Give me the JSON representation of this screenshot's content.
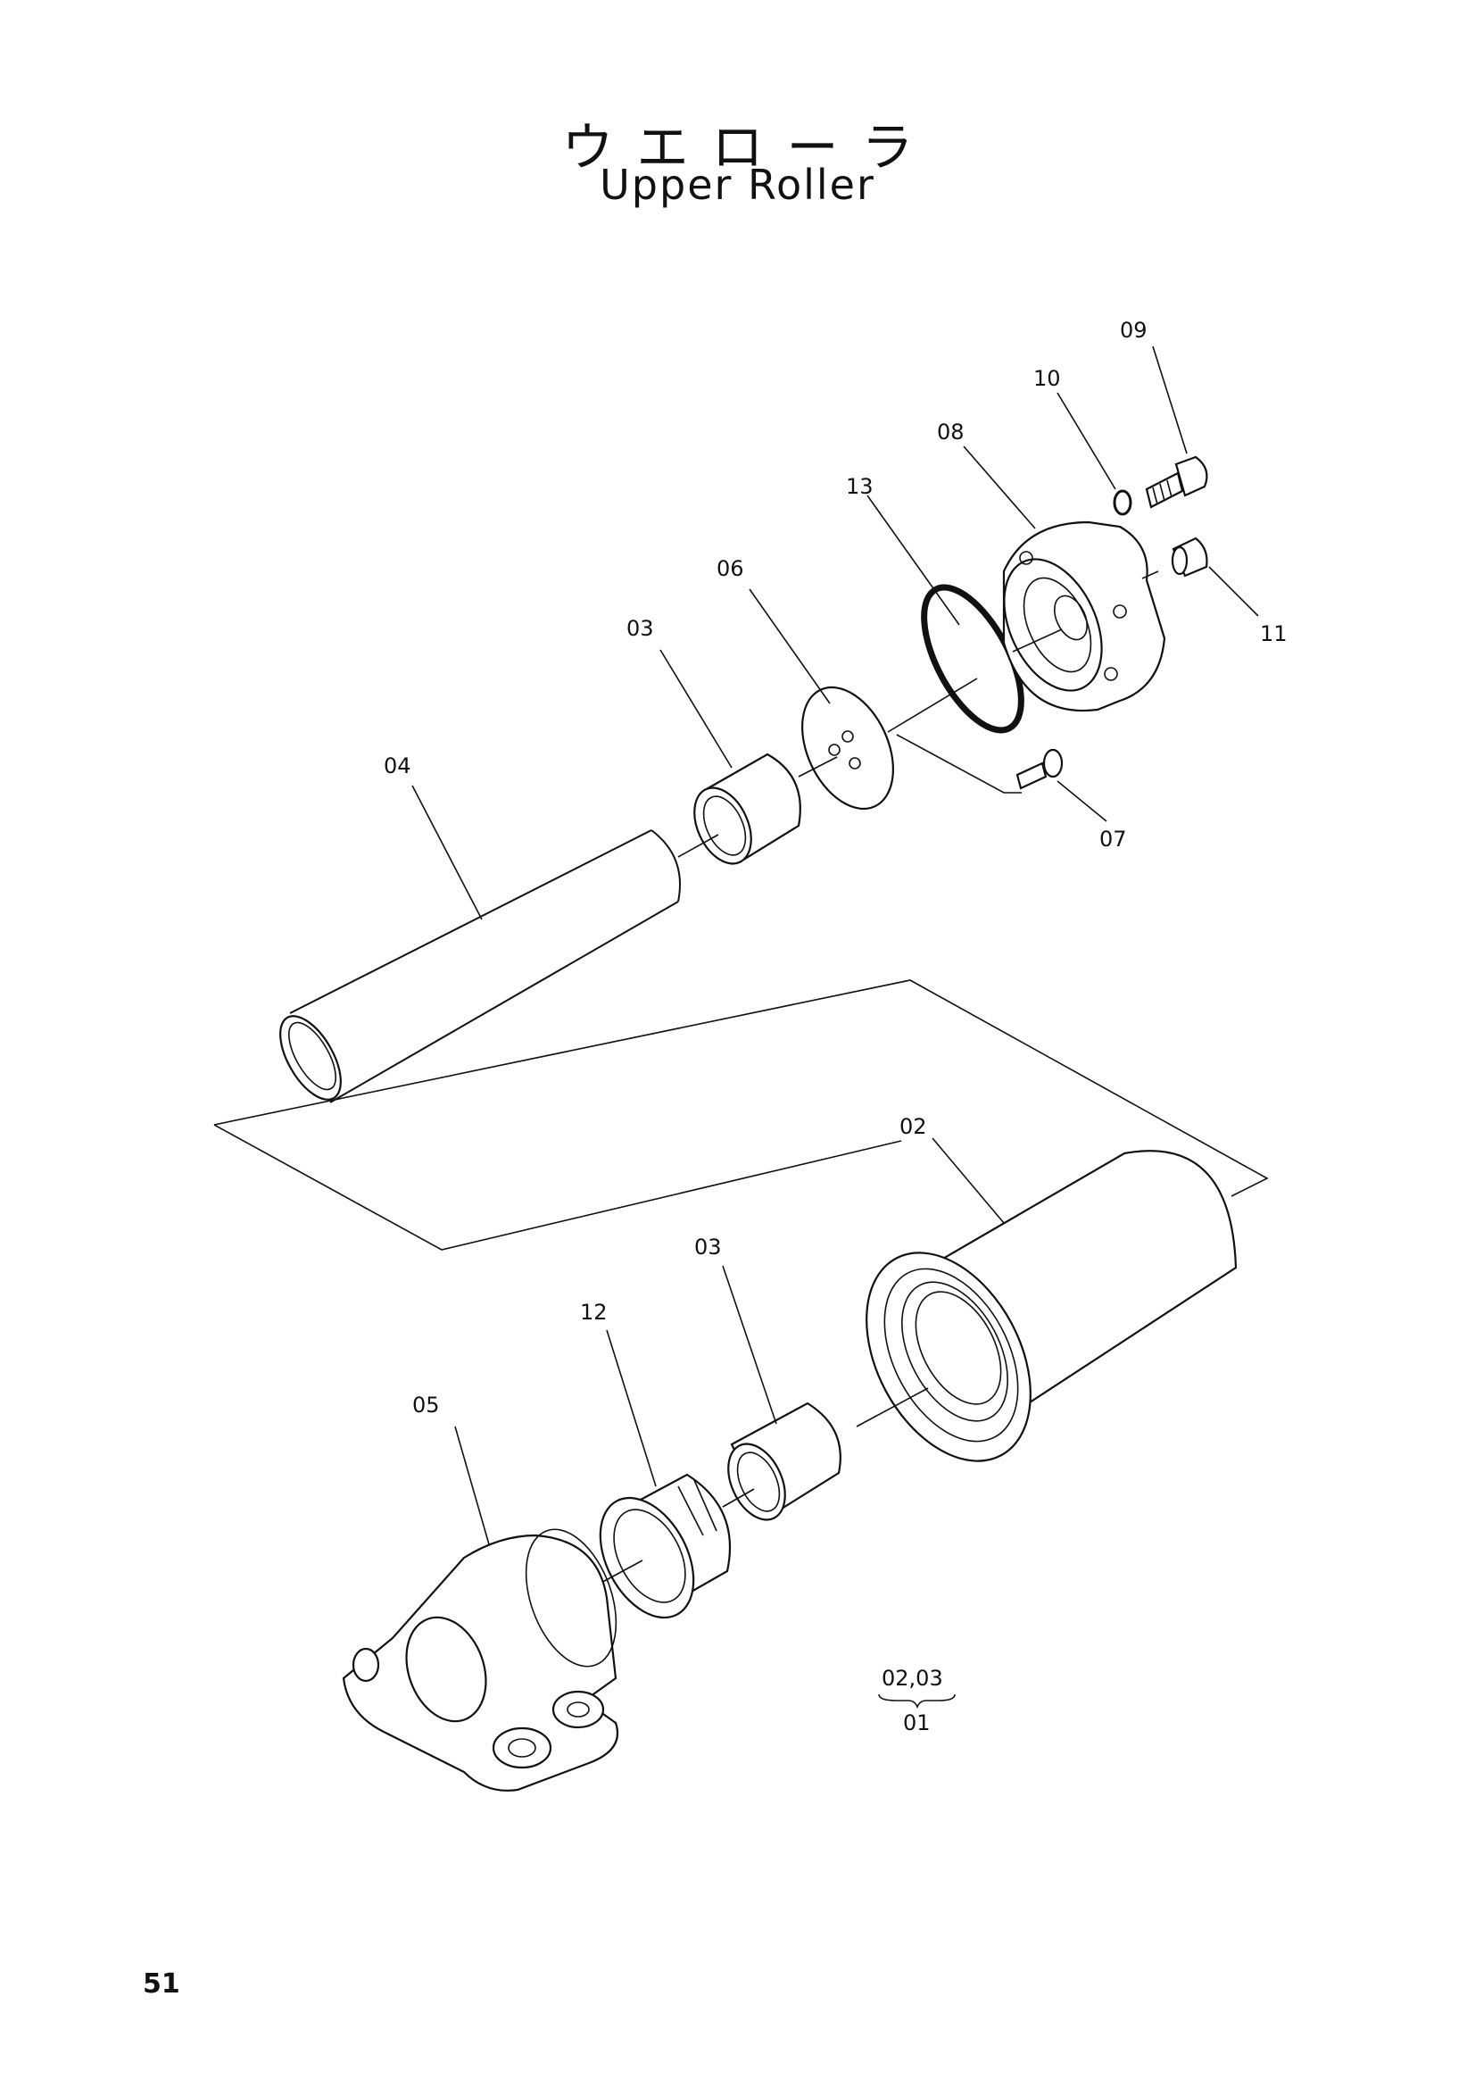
{
  "title": {
    "japanese": "ウエローラ",
    "english": "Upper Roller"
  },
  "callouts": {
    "c01": "01",
    "c02": "02",
    "c03a": "03",
    "c03b": "03",
    "c04": "04",
    "c05": "05",
    "c06": "06",
    "c07": "07",
    "c08": "08",
    "c09": "09",
    "c10": "10",
    "c11": "11",
    "c12": "12",
    "c13": "13"
  },
  "assembly_note": {
    "components": "02,03",
    "assembly": "01"
  },
  "page_number": "51"
}
